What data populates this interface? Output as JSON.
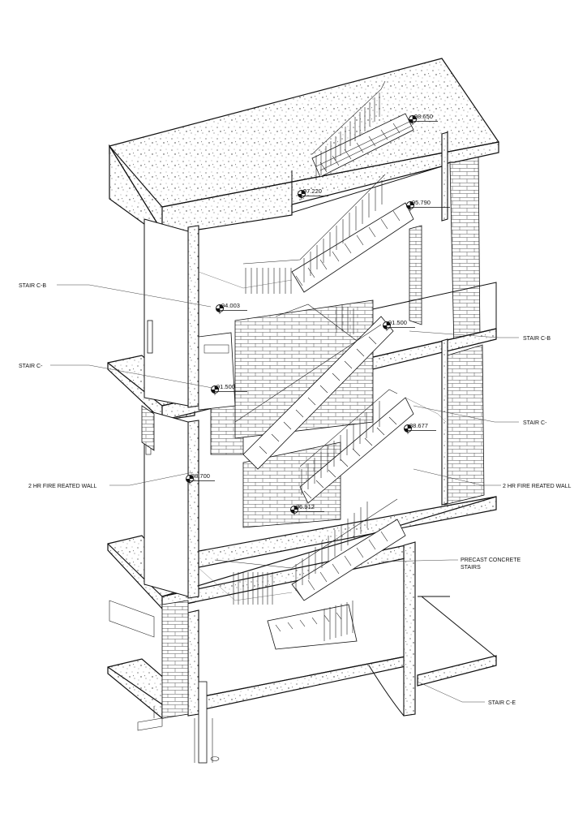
{
  "labels_left": [
    {
      "id": "stair-c-b-left",
      "text": "STAIR C-B"
    },
    {
      "id": "stair-c-left",
      "text": "STAIR C-"
    },
    {
      "id": "fire-wall-left",
      "text": "2 HR FIRE REATED WALL"
    }
  ],
  "labels_right": [
    {
      "id": "stair-c-b-right",
      "text": "STAIR C-B"
    },
    {
      "id": "stair-c-right",
      "text": "STAIR C-"
    },
    {
      "id": "fire-wall-right",
      "text": "2 HR FIRE REATED WALL"
    },
    {
      "id": "precast-1",
      "text": "PRECAST CONCRETE"
    },
    {
      "id": "precast-2",
      "text": "STAIRS"
    },
    {
      "id": "stair-c-e",
      "text": "STAIR C-E"
    }
  ],
  "elevations": [
    "98.650",
    "97.220",
    "95.790",
    "94.003",
    "91.500",
    "91.500",
    "88.677",
    "88.700",
    "86.912"
  ],
  "colors": {
    "line": "#111111",
    "background": "#ffffff",
    "hatch": "#555555"
  }
}
